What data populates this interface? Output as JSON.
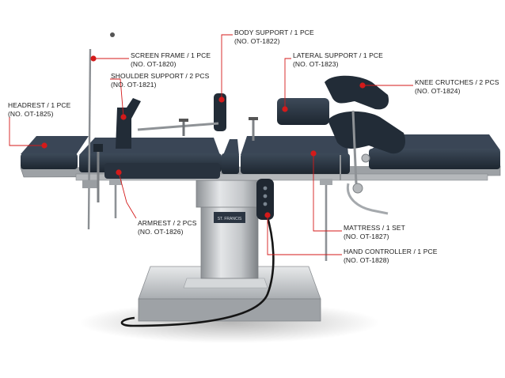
{
  "callouts": [
    {
      "id": "screen-frame",
      "name": "SCREEN FRAME / 1 PCE",
      "code": "(NO. OT-1820)"
    },
    {
      "id": "shoulder-support",
      "name": "SHOULDER SUPPORT / 2 PCS",
      "code": "(NO. OT-1821)"
    },
    {
      "id": "body-support",
      "name": "BODY SUPPORT / 1 PCE",
      "code": "(NO. OT-1822)"
    },
    {
      "id": "lateral-support",
      "name": "LATERAL SUPPORT / 1 PCE",
      "code": "(NO. OT-1823)"
    },
    {
      "id": "knee-crutches",
      "name": "KNEE CRUTCHES / 2 PCS",
      "code": "(NO. OT-1824)"
    },
    {
      "id": "headrest",
      "name": "HEADREST / 1 PCE",
      "code": "(NO. OT-1825)"
    },
    {
      "id": "armrest",
      "name": "ARMREST / 2 PCS",
      "code": "(NO. OT-1826)"
    },
    {
      "id": "mattress",
      "name": "MATTRESS / 1 SET",
      "code": "(NO. OT-1827)"
    },
    {
      "id": "hand-controller",
      "name": "HAND CONTROLLER / 1 PCE",
      "code": "(NO. OT-1828)"
    }
  ],
  "column_brand": "ST. FRANCIS",
  "colors": {
    "marker": "#d41a1a",
    "mattress": "#2a3644",
    "steel": "#b9bcc0",
    "label": "#1a1a1a"
  }
}
